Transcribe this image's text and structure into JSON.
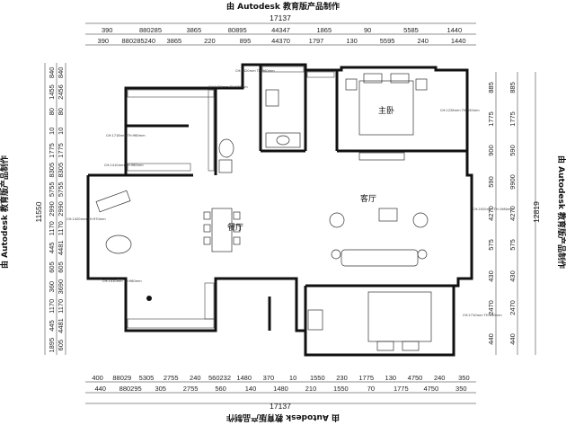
{
  "watermark": {
    "top": "由 Autodesk 教育版产品制作",
    "bottom": "由 Autodesk 教育版产品制作",
    "left": "由 Autodesk 教育版产品制作",
    "right": "由 Autodesk 教育版产品制作"
  },
  "total_width": "17137",
  "total_height_left": "11550",
  "total_height_right": "12819",
  "top_row1": [
    "390",
    "880285",
    "3865",
    "80895",
    "44347",
    "1865",
    "90",
    "5585",
    "1440"
  ],
  "top_row2": [
    "390",
    "880285240",
    "3865",
    "220",
    "895",
    "44370",
    "1797",
    "130",
    "5595",
    "240",
    "1440"
  ],
  "bottom_row1": [
    "400",
    "88029",
    "5305",
    "2755",
    "240",
    "560232",
    "1480",
    "370",
    "10",
    "1550",
    "230",
    "1775",
    "130",
    "4750",
    "240",
    "350"
  ],
  "bottom_row2": [
    "440",
    "880295",
    "305",
    "2755",
    "560",
    "140",
    "1480",
    "210",
    "1550",
    "70",
    "1775",
    "4750",
    "350"
  ],
  "left_col1": [
    "840",
    "1455",
    "80",
    "10",
    "1775",
    "8305",
    "5755",
    "2990",
    "1170",
    "445",
    "605",
    "360",
    "1170",
    "445",
    "1895"
  ],
  "left_col2": [
    "840",
    "2456",
    "80",
    "10",
    "1775",
    "8305",
    "5755",
    "2990",
    "1170",
    "4481",
    "605",
    "3690",
    "1170",
    "4481",
    "605"
  ],
  "right_col1": [
    "885",
    "1775",
    "900",
    "590",
    "4270",
    "575",
    "430",
    "2470",
    "440"
  ],
  "right_col2": [
    "885",
    "1775",
    "590",
    "9900",
    "4270",
    "575",
    "430",
    "2470",
    "440"
  ],
  "rooms": {
    "master_bedroom": "主卧",
    "living_room": "客厅",
    "dining_room": "餐厅"
  },
  "notes": {
    "n1": "CH:1420mm TH:960mm",
    "n2": "CH:1420mm TH:970mm",
    "n3": "CH:1718mm TH:960mm",
    "n4": "CH:1410mm TH:960mm",
    "n5": "CH:1420mm TH:970mm",
    "n6": "CH:1410mm TH:960mm",
    "n7": "CH:1228mm TH:650mm",
    "n8": "CH:2020mm TH:1980mm",
    "n9": "CH:2710mm TH:650mm"
  }
}
